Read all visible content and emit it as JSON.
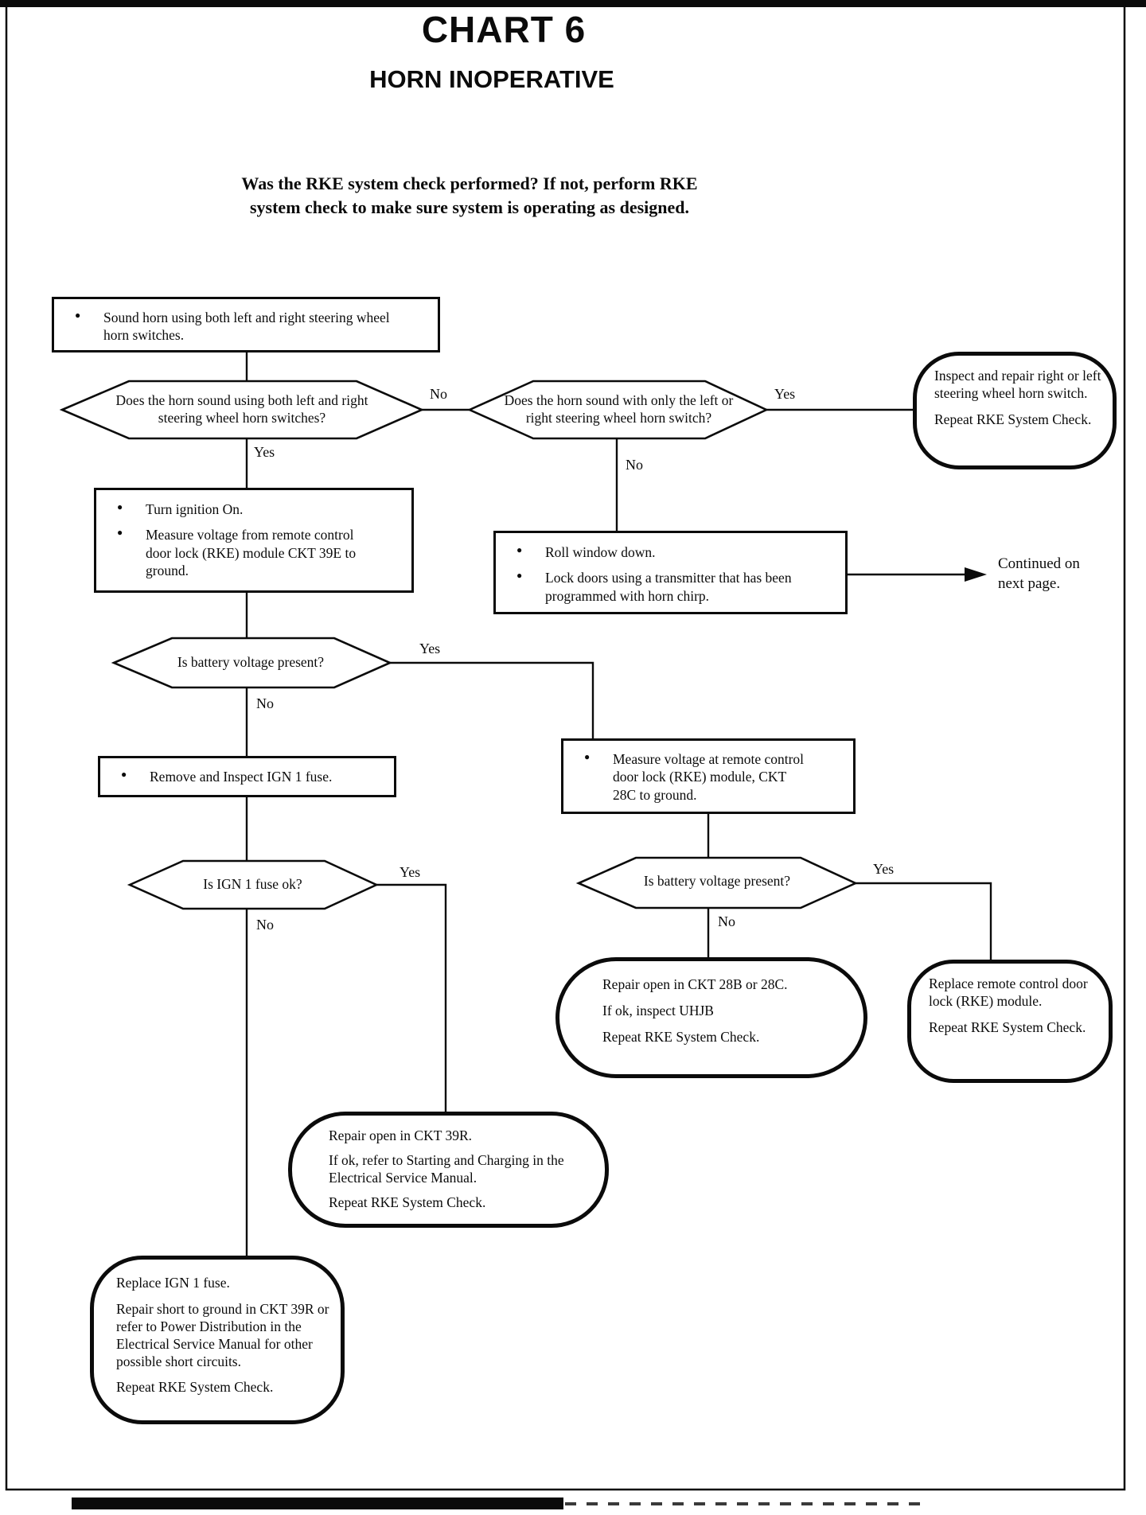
{
  "page": {
    "title": "CHART 6",
    "subtitle": "HORN INOPERATIVE",
    "intro": {
      "line1": "Was the RKE system check performed? If not, perform RKE",
      "line2": "system check to make sure system is operating as designed."
    },
    "continued": {
      "line1": "Continued on",
      "line2": "next page."
    }
  },
  "nodes": {
    "sound_horn": {
      "bullets": [
        "Sound horn using both left and right steering wheel horn switches."
      ]
    },
    "horn_both": {
      "question": "Does the horn sound using both left and right steering wheel horn switches?",
      "yes": "Yes",
      "no": "No"
    },
    "horn_one": {
      "question": "Does the horn sound with only the left or right steering wheel horn switch?",
      "yes": "Yes",
      "no": "No"
    },
    "inspect_switch": {
      "lines": [
        "Inspect and repair right or left steering wheel horn switch.",
        "Repeat RKE System Check."
      ]
    },
    "ignition_on": {
      "bullets": [
        "Turn ignition On.",
        "Measure voltage from remote control door lock (RKE) module CKT 39E to ground."
      ]
    },
    "roll_window": {
      "bullets": [
        "Roll window down.",
        "Lock doors using a transmitter that has been programmed with horn chirp."
      ]
    },
    "battery_left": {
      "question": "Is battery voltage present?",
      "yes": "Yes",
      "no": "No"
    },
    "remove_fuse": {
      "bullets": [
        "Remove and Inspect IGN 1 fuse."
      ]
    },
    "measure_28c": {
      "bullets": [
        "Measure voltage at remote control door lock (RKE) module, CKT 28C to ground."
      ]
    },
    "fuse_ok": {
      "question": "Is IGN 1 fuse ok?",
      "yes": "Yes",
      "no": "No"
    },
    "battery_right": {
      "question": "Is battery voltage present?",
      "yes": "Yes",
      "no": "No"
    },
    "repair_28b": {
      "lines": [
        "Repair open in CKT 28B or 28C.",
        "If ok, inspect UHJB",
        "Repeat RKE System Check."
      ]
    },
    "replace_rke": {
      "lines": [
        "Replace remote control door lock (RKE) module.",
        "Repeat RKE System Check."
      ]
    },
    "repair_39r": {
      "lines": [
        "Repair open in CKT 39R.",
        "If ok, refer to Starting and Charging in the Electrical Service Manual.",
        "Repeat RKE System Check."
      ]
    },
    "replace_fuse": {
      "lines": [
        "Replace IGN 1 fuse.",
        "Repair short to ground in CKT 39R or refer to Power Distribution in the Electrical Service Manual for other possible short circuits.",
        "Repeat RKE System Check."
      ]
    }
  }
}
